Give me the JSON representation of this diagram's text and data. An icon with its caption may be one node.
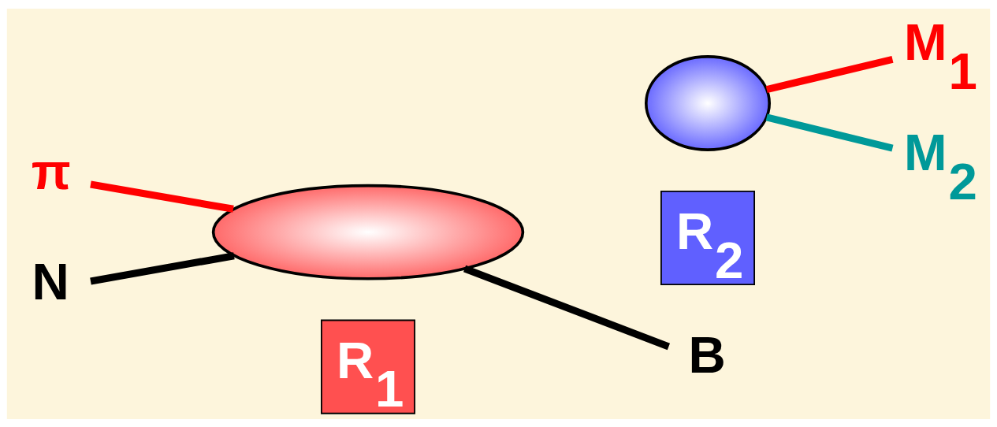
{
  "diagram": {
    "nodes": [
      {
        "text": [
          "π"
        ]
      },
      {
        "text": [
          "N"
        ]
      },
      {
        "text": [],
        "shape": "ellipse"
      },
      {
        "text": [
          "R$_{1}$"
        ]
      },
      {
        "text": [],
        "shape": "ellipse"
      },
      {
        "text": [
          "R$_{2}$"
        ]
      },
      {
        "text": [
          "M$_{1}$"
        ]
      },
      {
        "text": [
          "M$_{2}$"
        ]
      },
      {
        "text": [
          "B"
        ]
      }
    ],
    "edges": [
      {
        "from": 0,
        "to": 2,
        "arrow": "none",
        "color": "#ff0000"
      },
      {
        "from": 1,
        "to": 2,
        "arrow": "none",
        "color": "#000000"
      },
      {
        "from": 2,
        "to": 8,
        "arrow": "none",
        "color": "#000000"
      },
      {
        "from": 4,
        "to": 6,
        "arrow": "none",
        "color": "#ff0000"
      },
      {
        "from": 4,
        "to": 7,
        "arrow": "none",
        "color": "#009999"
      }
    ]
  }
}
